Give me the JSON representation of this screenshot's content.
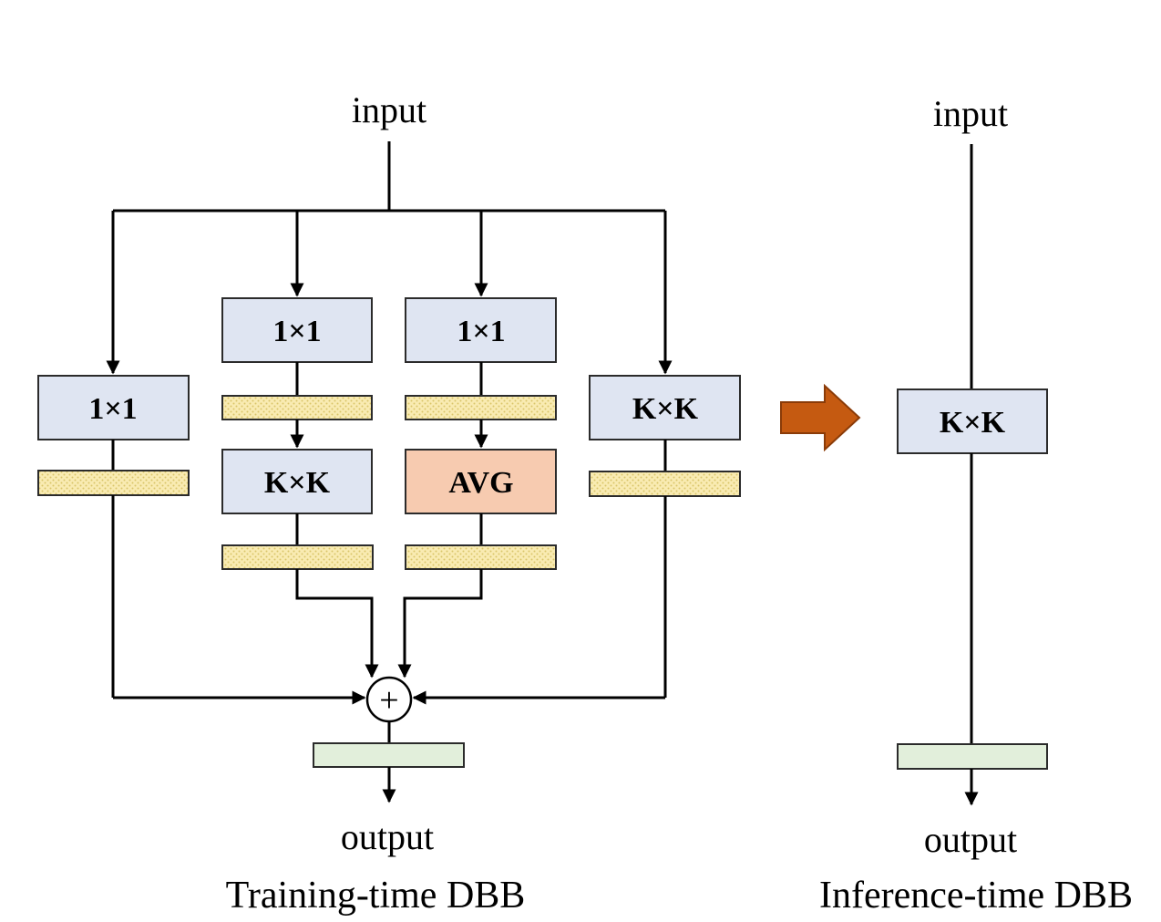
{
  "colors": {
    "conv_fill": "#dfe5f2",
    "avg_fill": "#f7cbb0",
    "bn_fill": "#f9ebb2",
    "bn_dot": "#d9c56a",
    "out_fill": "#e2efdb",
    "arrow_fill": "#c55a11",
    "arrow_stroke": "#8a3b08"
  },
  "training": {
    "input_label": "input",
    "output_label": "output",
    "caption": "Training-time DBB",
    "branch1_conv": "1×1",
    "branch2_conv1": "1×1",
    "branch2_conv2": "K×K",
    "branch3_conv": "1×1",
    "branch3_avg": "AVG",
    "branch4_conv": "K×K",
    "add_symbol": "+"
  },
  "inference": {
    "input_label": "input",
    "output_label": "output",
    "caption": "Inference-time DBB",
    "conv": "K×K"
  }
}
